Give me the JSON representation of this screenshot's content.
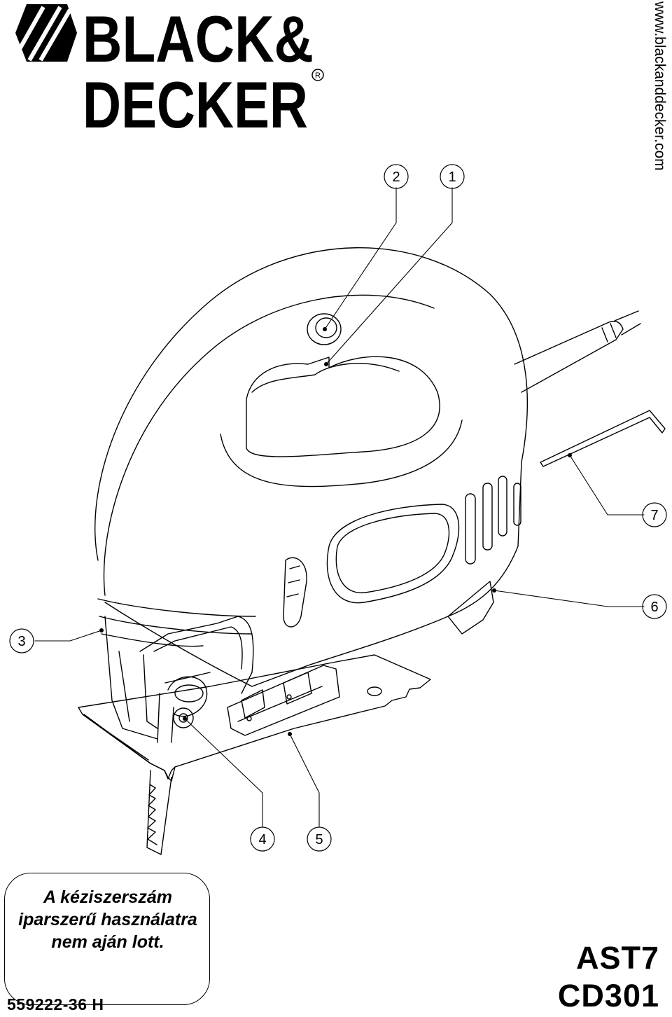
{
  "header": {
    "brand_line1": "BLACK&",
    "brand_line2": "DECKER",
    "registered_mark": "R",
    "website": "www.blackanddecker.com"
  },
  "callouts": [
    {
      "id": "1",
      "label": "1"
    },
    {
      "id": "2",
      "label": "2"
    },
    {
      "id": "3",
      "label": "3"
    },
    {
      "id": "4",
      "label": "4"
    },
    {
      "id": "5",
      "label": "5"
    },
    {
      "id": "6",
      "label": "6"
    },
    {
      "id": "7",
      "label": "7"
    }
  ],
  "warning": {
    "line1": "A kéziszerszám",
    "line2": "iparszerű használatra",
    "line3": "nem aján lott."
  },
  "footer": {
    "document_code": "559222-36 H",
    "model_1": "AST7",
    "model_2": "CD301"
  }
}
